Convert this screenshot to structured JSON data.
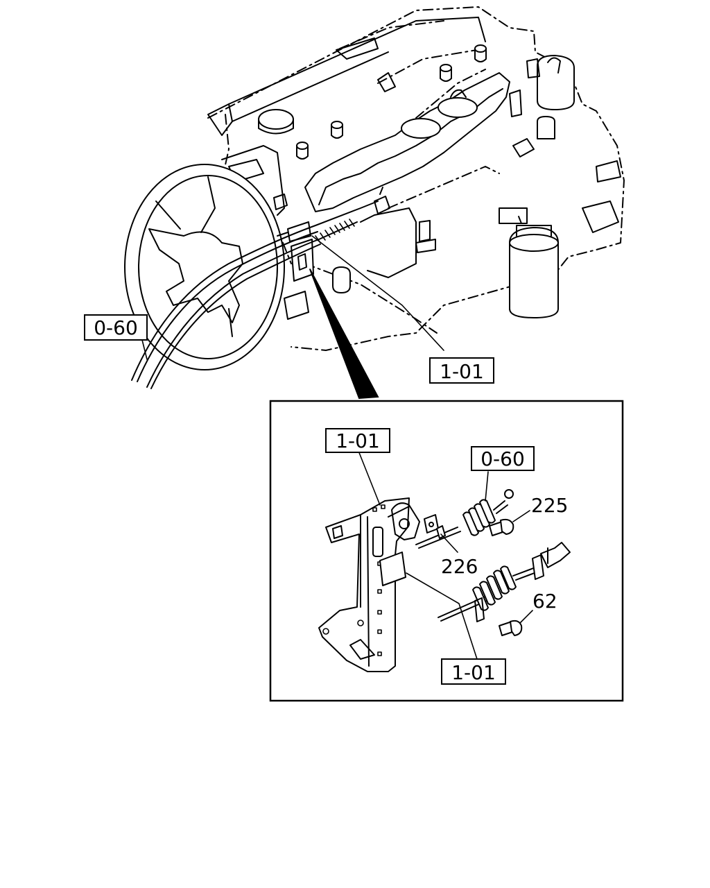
{
  "callouts": {
    "engine_cable_ref": "0-60",
    "engine_bracket_ref": "1-01",
    "detail_bracket_ref": "1-01",
    "detail_cable_ref": "0-60",
    "detail_lower_bracket_ref": "1-01"
  },
  "part_numbers": {
    "bolt_upper": "225",
    "nut_upper": "226",
    "bolt_lower": "62"
  }
}
